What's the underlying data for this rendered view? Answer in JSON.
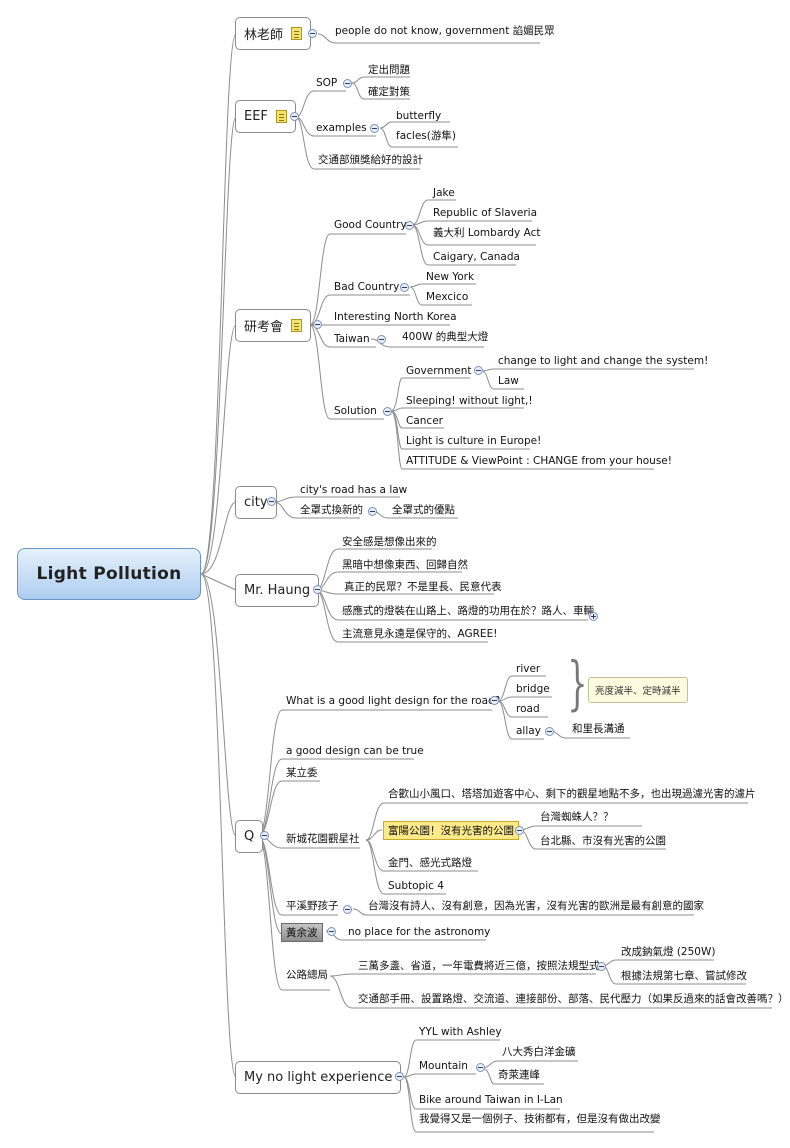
{
  "root": "Light Pollution",
  "main": {
    "lin": "林老師",
    "eef": "EEF",
    "research": "研考會",
    "city": "city",
    "haung": "Mr. Haung",
    "q": "Q",
    "experience": "My no light experience"
  },
  "lin": {
    "c1": "people do not know, government 諂媚民眾"
  },
  "eef": {
    "sop": "SOP",
    "sop_1": "定出問題",
    "sop_2": "確定對策",
    "examples": "examples",
    "ex_1": "butterfly",
    "ex_2": "facles(游隼)",
    "award": "交通部頒獎給好的設計"
  },
  "research": {
    "good": "Good Country",
    "good_1": "Jake",
    "good_2": "Republic of Slaveria",
    "good_3": "義大利 Lombardy Act",
    "good_4": "Caigary, Canada",
    "bad": "Bad Country",
    "bad_1": "New York",
    "bad_2": "Mexcico",
    "nk": "Interesting North Korea",
    "taiwan": "Taiwan",
    "taiwan_1": "400W 的典型大燈",
    "solution": "Solution",
    "gov": "Government",
    "gov_1": "change to light and change the system!",
    "gov_2": "Law",
    "sol_2": "Sleeping! without light,!",
    "sol_3": "Cancer",
    "sol_4": "Light is culture in Europe!",
    "sol_5": "ATTITUDE & ViewPoint : CHANGE from your house!"
  },
  "city": {
    "c1": "city's road has a law",
    "c2": "全罩式換新的",
    "c2_1": "全罩式的優點"
  },
  "haung": {
    "c1": "安全感是想像出來的",
    "c2": "黑暗中想像東西、回歸自然",
    "c3": "真正的民眾？不是里長、民意代表",
    "c4": "感應式的燈裝在山路上、路燈的功用在於？路人、車輛",
    "c5": "主流意見永遠是保守的、AGREE!"
  },
  "q": {
    "design": "What is a good light design for the road?",
    "river": "river",
    "bridge": "bridge",
    "road": "road",
    "allay": "allay",
    "allay_1": "和里長溝通",
    "callout": "亮度減半、定時減半",
    "true": "a good design can be true",
    "legis": "某立委",
    "park": "新城花園觀星社",
    "park_1": "合歡山小風口、塔塔加遊客中心、剩下的觀星地點不多，也出現過濾光害的濾片",
    "fuyang": "富陽公園！沒有光害的公園",
    "fuyang_1": "台灣蜘蛛人？？",
    "fuyang_2": "台北縣、市沒有光害的公園",
    "park_3": "金門、感光式路燈",
    "park_4": "Subtopic 4",
    "kid": "平溪野孩子",
    "kid_1": "台灣沒有詩人、沒有創意，因為光害，沒有光害的歐洲是最有創意的國家",
    "huang": "黃余波",
    "huang_1": "no place for the astronomy",
    "hwy": "公路總局",
    "hwy_1": "三萬多盞、省道，一年電費將近三億，按照法規型式",
    "hwy_1a": "改成鈉氣燈 (250W)",
    "hwy_1b": "根據法規第七章、嘗試修改",
    "hwy_2": "交通部手冊、設置路燈、交流道、連接部份、部落、民代壓力（如果反過來的話會改善嗎？）"
  },
  "exp": {
    "c1": "YYL with Ashley",
    "mountain": "Mountain",
    "m1": "八大秀白洋金礦",
    "m2": "奇萊連峰",
    "c3": "Bike around Taiwan in I-Lan",
    "c4": "我覺得又是一個例子、技術都有，但是沒有做出改變"
  }
}
